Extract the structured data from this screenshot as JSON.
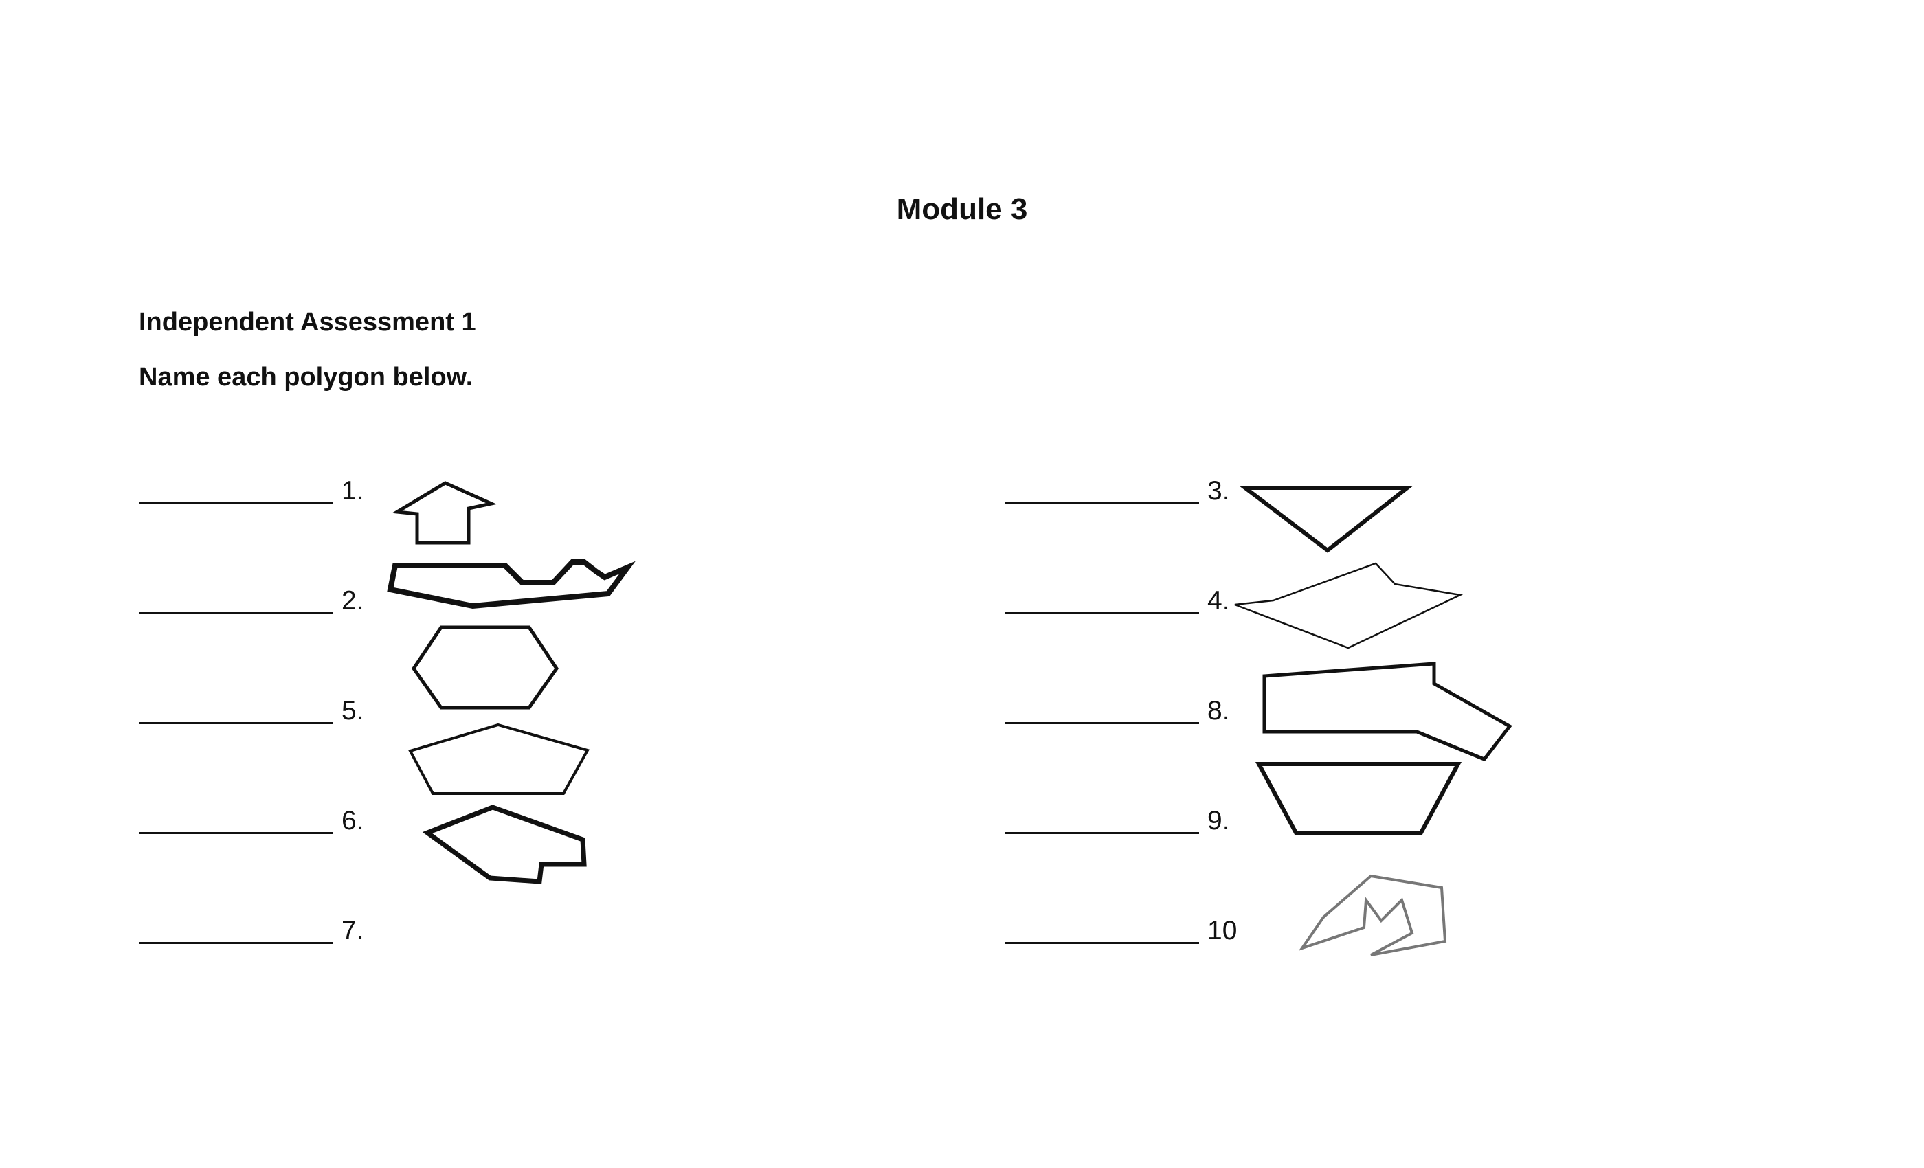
{
  "header": {
    "title": "Module 3",
    "section": "Independent Assessment 1",
    "instruction": "Name each polygon below."
  },
  "items": [
    {
      "label": "1."
    },
    {
      "label": "2."
    },
    {
      "label": "5."
    },
    {
      "label": "6."
    },
    {
      "label": "7."
    },
    {
      "label": "3."
    },
    {
      "label": "4."
    },
    {
      "label": "8."
    },
    {
      "label": "9."
    },
    {
      "label": "10"
    }
  ],
  "answer_blank_icon": "underline-blank",
  "colors": {
    "ink": "#111111",
    "faded_ink": "#777777"
  }
}
